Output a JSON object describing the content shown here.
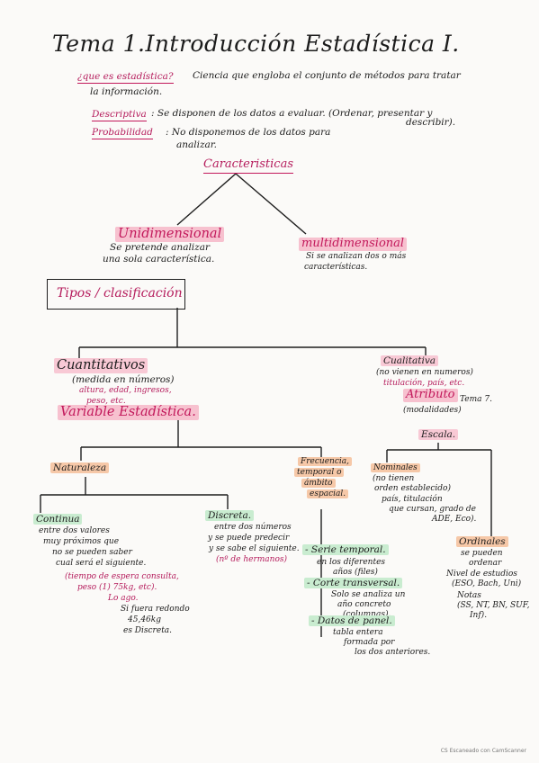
{
  "title": "Tema 1.Introducción Estadística I.",
  "intro": {
    "question": "¿que es estadística?",
    "definition_1": "Ciencia que engloba el conjunto de métodos para tratar",
    "definition_2": "la información."
  },
  "descriptiva": {
    "label": "Descriptiva",
    "text_1": ": Se disponen de los datos a evaluar. (Ordenar, presentar y",
    "text_2": "describir)."
  },
  "probabilidad": {
    "label": "Probabilidad",
    "text_1": ": No disponemos de los datos para",
    "text_2": "analizar."
  },
  "caracteristicas": {
    "heading": "Caracteristicas",
    "uni_label": "Unidimensional",
    "uni_1": "Se pretende analizar",
    "uni_2": "una sola característica.",
    "multi_label": "multidimensional",
    "multi_1": "Si se analizan dos o más",
    "multi_2": "características."
  },
  "tipos": {
    "label": "Tipos / clasificación"
  },
  "cuantitativos": {
    "label": "Cuantitativos",
    "line_1": "(medida en números)",
    "line_2": "altura, edad, ingresos,",
    "line_3": "peso, etc.",
    "variable": "Variable Estadística."
  },
  "cualitativa": {
    "label": "Cualitativa",
    "line_1": "(no vienen en numeros)",
    "line_2": "titulación, país, etc.",
    "atributo": "Atributo",
    "tema": "Tema 7.",
    "modalidades": "(modalidades)",
    "escala": "Escala."
  },
  "naturaleza": {
    "label": "Naturaleza"
  },
  "frecuencia": {
    "line_1": "Frecuencia,",
    "line_2": "temporal o",
    "line_3": "ámbito",
    "line_4": "espacial."
  },
  "nominales": {
    "label": "Nominales",
    "line_1": "(no tienen",
    "line_2": "orden establecido)",
    "line_3": "país, titulación",
    "line_4": "que cursan, grado de",
    "line_5": "ADE, Eco)."
  },
  "continua": {
    "label": "Continua",
    "line_1": "entre dos valores",
    "line_2": "muy próximos que",
    "line_3": "no se pueden saber",
    "line_4": "cual será el siguiente.",
    "line_5": "(tiempo de espera consulta,",
    "line_6": "peso (1) 75kg, etc).",
    "line_7": "Lo ago.",
    "line_8": "Si fuera redondo",
    "line_9": "45,46kg",
    "line_10": "es Discreta."
  },
  "discreta": {
    "label": "Discreta.",
    "line_1": "entre dos números",
    "line_2": "y se puede predecir",
    "line_3": "y se sabe el siguiente.",
    "line_4": "(nº de hermanos)"
  },
  "series": {
    "temporal_label": "- Serie temporal.",
    "temporal_1": "en los diferentes",
    "temporal_2": "años (files)",
    "corte_label": "- Corte transversal.",
    "corte_1": "Solo se analiza un",
    "corte_2": "año concreto",
    "corte_3": "(columnas).",
    "panel_label": "- Datos de panel.",
    "panel_1": "tabla entera",
    "panel_2": "formada por",
    "panel_3": "los dos anteriores."
  },
  "ordinales": {
    "label": "Ordinales",
    "line_1": "se pueden",
    "line_2": "ordenar",
    "line_3": "Nivel de estudios",
    "line_4": "(ESO, Bach, Uni)",
    "line_5": "Notas",
    "line_6": "(SS, NT, BN, SUF,",
    "line_7": "Inf)."
  },
  "footer": "CS Escaneado con CamScanner"
}
